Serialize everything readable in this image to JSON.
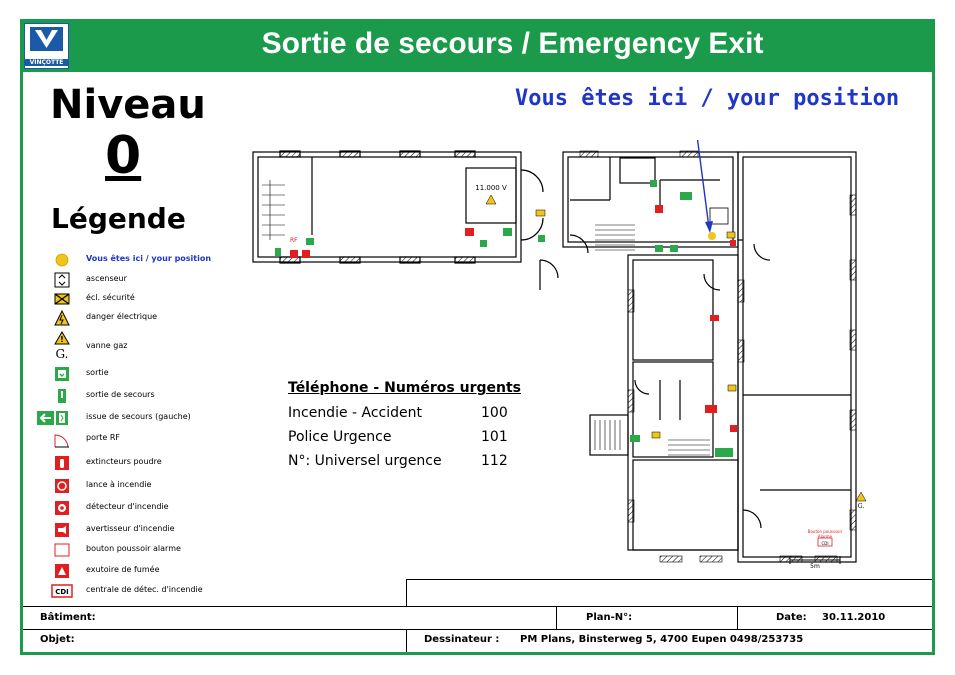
{
  "header": {
    "title": "Sortie de secours / Emergency Exit",
    "logo_text": "VINÇOTTE"
  },
  "level": {
    "label": "Niveau",
    "number": "0"
  },
  "legend": {
    "title": "Légende",
    "items": [
      {
        "icon": "you-are-here-dot",
        "label": "Vous êtes ici / your position"
      },
      {
        "icon": "elevator-icon",
        "label": "ascenseur"
      },
      {
        "icon": "emergency-light-icon",
        "label": "écl. sécurité"
      },
      {
        "icon": "electrical-danger-icon",
        "label": "danger électrique"
      },
      {
        "icon": "gas-valve-icon",
        "label": "vanne gaz"
      },
      {
        "icon": "exit-icon",
        "label": "sortie"
      },
      {
        "icon": "emergency-exit-icon",
        "label": "sortie de secours"
      },
      {
        "icon": "exit-left-icon",
        "label": "issue de secours (gauche)"
      },
      {
        "icon": "fire-door-icon",
        "label": "porte RF"
      },
      {
        "icon": "powder-extinguisher-icon",
        "label": "extincteurs poudre"
      },
      {
        "icon": "fire-hose-icon",
        "label": "lance à incendie"
      },
      {
        "icon": "fire-detector-icon",
        "label": "détecteur d'incendie"
      },
      {
        "icon": "fire-alarm-icon",
        "label": "avertisseur d'incendie"
      },
      {
        "icon": "alarm-button-icon",
        "label": "bouton poussoir alarme"
      },
      {
        "icon": "smoke-vent-icon",
        "label": "exutoire de fumée"
      },
      {
        "icon": "fire-panel-icon",
        "label": "centrale de détec. d'incendie"
      }
    ]
  },
  "position_label": "Vous êtes ici / your position",
  "plan": {
    "voltage_label": "11.000 V",
    "rf_label": "RF",
    "gas_label": "G.",
    "scale_label": "5m",
    "alarm_note_1": "Bouton pousssoir",
    "alarm_note_2": "Alarme",
    "panel_label": "CDI"
  },
  "phone": {
    "title": "Téléphone - Numéros urgents",
    "rows": [
      {
        "label": "Incendie - Accident",
        "number": "100"
      },
      {
        "label": "Police Urgence",
        "number": "101"
      },
      {
        "label": "N°: Universel urgence",
        "number": "112"
      }
    ]
  },
  "title_block": {
    "batiment_label": "Bâtiment:",
    "plan_label": "Plan-N°:",
    "date_label": "Date:",
    "date_value": "30.11.2010",
    "objet_label": "Objet:",
    "dessinateur_label": "Dessinateur :",
    "dessinateur_value": "PM Plans, Binsterweg 5, 4700 Eupen 0498/253735"
  },
  "colors": {
    "brand_green": "#1a9a4a",
    "position_blue": "#1f36c8",
    "safety_green": "#2aa84a",
    "fire_red": "#e02020",
    "warning_yellow": "#f0c419"
  }
}
